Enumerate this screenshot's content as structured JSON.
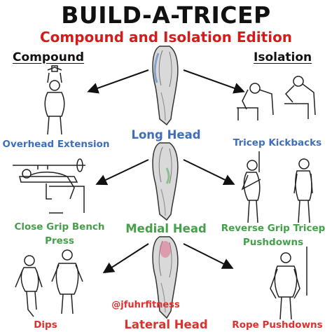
{
  "title": "BUILD-A-TRICEP",
  "subtitle": "Compound and Isolation Edition",
  "columns": {
    "left": "Compound",
    "right": "Isolation"
  },
  "heads": [
    {
      "label": "Long Head",
      "color": "#3f6fb8"
    },
    {
      "label": "Medial Head",
      "color": "#45a04a"
    },
    {
      "label": "Lateral Head",
      "color": "#d9322f"
    }
  ],
  "compound": [
    {
      "lines": [
        "Overhead Extension"
      ],
      "color": "#3f6fb8"
    },
    {
      "lines": [
        "Close Grip Bench",
        "Press"
      ],
      "color": "#45a04a"
    },
    {
      "lines": [
        "Dips"
      ],
      "color": "#d9322f"
    }
  ],
  "isolation": [
    {
      "lines": [
        "Tricep Kickbacks"
      ],
      "color": "#3f6fb8"
    },
    {
      "lines": [
        "Reverse Grip Tricep",
        "Pushdowns"
      ],
      "color": "#45a04a"
    },
    {
      "lines": [
        "Rope Pushdowns"
      ],
      "color": "#d9322f"
    }
  ],
  "handle": "@jfuhrfitness"
}
